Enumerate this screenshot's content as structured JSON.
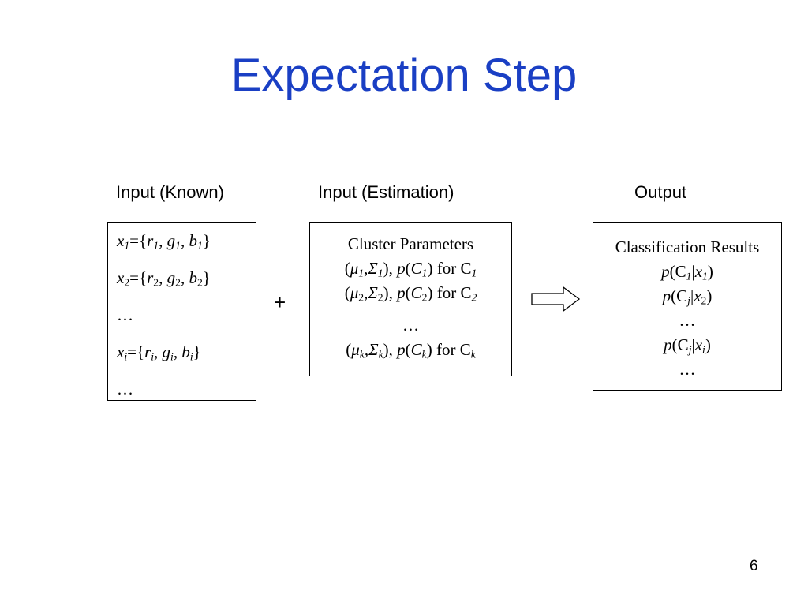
{
  "slide": {
    "title": "Expectation Step",
    "page_number": "6"
  },
  "labels": {
    "input_known": "Input (Known)",
    "input_estimation": "Input (Estimation)",
    "output": "Output"
  },
  "operators": {
    "plus": "+"
  },
  "input_known_box": {
    "x": "x",
    "eq": "={",
    "r": "r",
    "g": "g",
    "b": "b",
    "sep": ", ",
    "close": "}",
    "sub1": "1",
    "sub2": "2",
    "subi": "i",
    "ellipsis": "…"
  },
  "estimation_box": {
    "header": "Cluster Parameters",
    "mu": "μ",
    "sigma": "Σ",
    "p": "p",
    "C": "C",
    "for": "for C",
    "sub1": "1",
    "sub2": "2",
    "subk": "k",
    "ellipsis": "…"
  },
  "output_box": {
    "header": "Classification Results",
    "p": "p",
    "C": "C",
    "x": "x",
    "sub1": "1",
    "sub2": "2",
    "subj": "j",
    "subi": "i",
    "ellipsis": "…"
  }
}
